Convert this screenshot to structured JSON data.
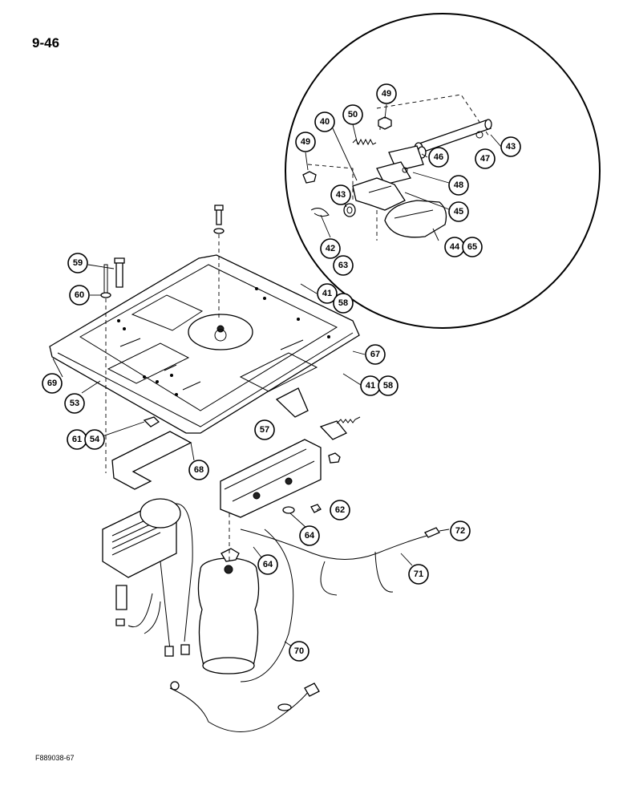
{
  "page": {
    "page_number": "9-46",
    "figure_code": "F889038-67"
  },
  "callouts": [
    {
      "id": "c49a",
      "label": "49"
    },
    {
      "id": "c50",
      "label": "50"
    },
    {
      "id": "c40",
      "label": "40"
    },
    {
      "id": "c49b",
      "label": "49"
    },
    {
      "id": "c43a",
      "label": "43"
    },
    {
      "id": "c46",
      "label": "46"
    },
    {
      "id": "c47",
      "label": "47"
    },
    {
      "id": "c43b",
      "label": "43"
    },
    {
      "id": "c48",
      "label": "48"
    },
    {
      "id": "c45",
      "label": "45"
    },
    {
      "id": "c42",
      "label": "42"
    },
    {
      "id": "c63",
      "label": "63"
    },
    {
      "id": "c44",
      "label": "44"
    },
    {
      "id": "c65",
      "label": "65"
    },
    {
      "id": "c59",
      "label": "59"
    },
    {
      "id": "c60",
      "label": "60"
    },
    {
      "id": "c41a",
      "label": "41"
    },
    {
      "id": "c58a",
      "label": "58"
    },
    {
      "id": "c67",
      "label": "67"
    },
    {
      "id": "c69",
      "label": "69"
    },
    {
      "id": "c41b",
      "label": "41"
    },
    {
      "id": "c58b",
      "label": "58"
    },
    {
      "id": "c53",
      "label": "53"
    },
    {
      "id": "c57",
      "label": "57"
    },
    {
      "id": "c61",
      "label": "61"
    },
    {
      "id": "c54",
      "label": "54"
    },
    {
      "id": "c68",
      "label": "68"
    },
    {
      "id": "c62",
      "label": "62"
    },
    {
      "id": "c64a",
      "label": "64"
    },
    {
      "id": "c72",
      "label": "72"
    },
    {
      "id": "c64b",
      "label": "64"
    },
    {
      "id": "c71",
      "label": "71"
    },
    {
      "id": "c70",
      "label": "70"
    }
  ]
}
